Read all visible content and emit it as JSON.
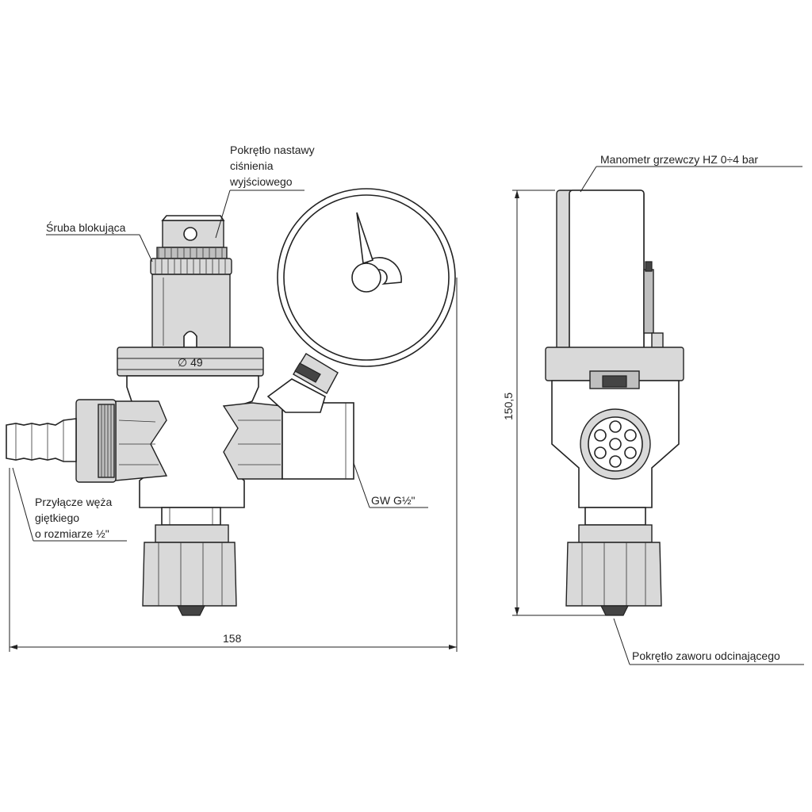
{
  "labels": {
    "adjust_knob": [
      "Pokrętło nastawy",
      "ciśnienia",
      "wyjściowego"
    ],
    "lock_screw": "Śruba blokująca",
    "diameter": "∅ 49",
    "hose_connector": [
      "Przyłącze węża",
      "giętkiego",
      "o rozmiarze ½\""
    ],
    "female_thread": "GW G½\"",
    "width_dim": "158",
    "gauge": "Manometr grzewczy HZ 0÷4 bar",
    "height_dim": "150,5",
    "shutoff_knob": "Pokrętło zaworu odcinającego"
  },
  "colors": {
    "line": "#222222",
    "shade_light": "#d9d9d9",
    "shade_mid": "#bfbfbf",
    "shade_dark": "#444444"
  }
}
